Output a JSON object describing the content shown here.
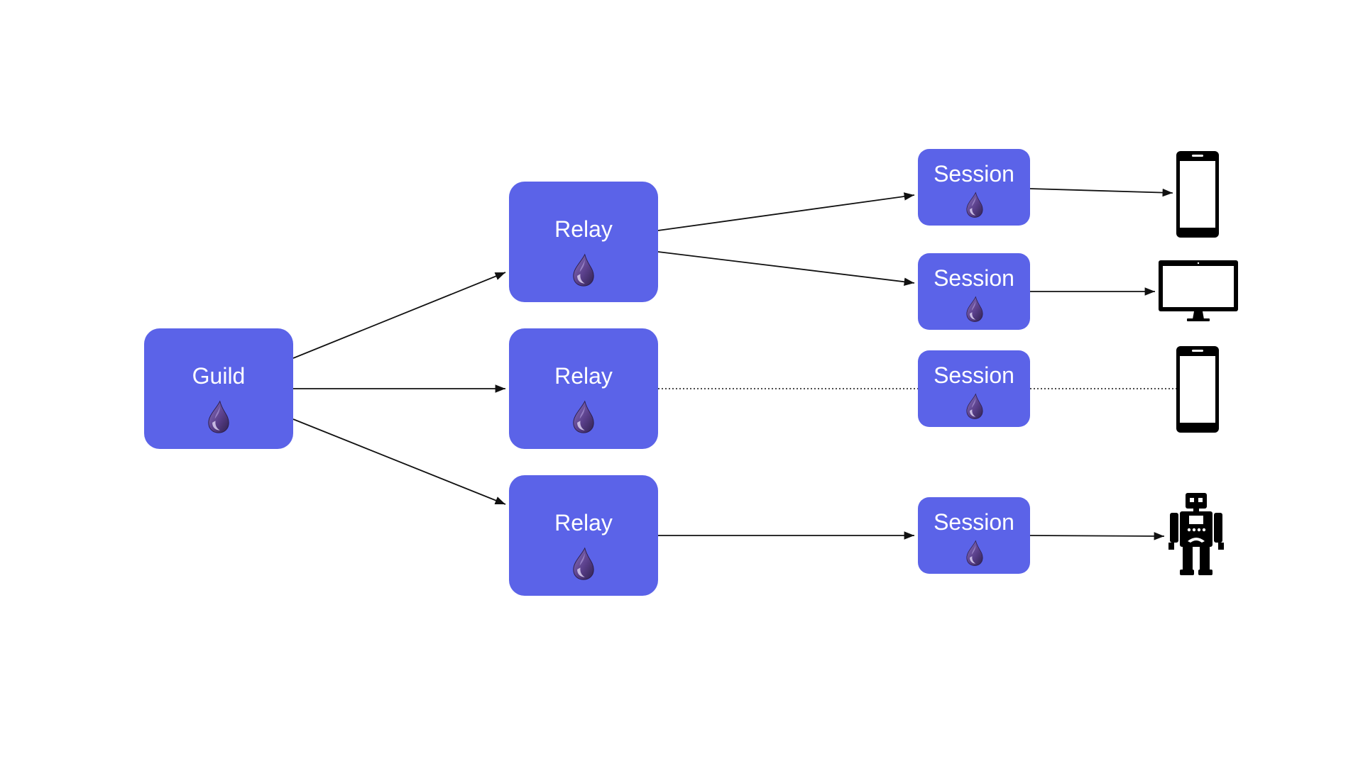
{
  "colors": {
    "node_fill": "#5b63e8",
    "node_text": "#ffffff",
    "edge": "#111111",
    "device": "#000000",
    "drop_dark": "#3e2b63",
    "drop_mid": "#6a4f99",
    "drop_light": "#cbbfe6"
  },
  "nodes": {
    "guild": {
      "label": "Guild",
      "icon": "elixir-drop-icon"
    },
    "relay_1": {
      "label": "Relay",
      "icon": "elixir-drop-icon"
    },
    "relay_2": {
      "label": "Relay",
      "icon": "elixir-drop-icon"
    },
    "relay_3": {
      "label": "Relay",
      "icon": "elixir-drop-icon"
    },
    "session_1": {
      "label": "Session",
      "icon": "elixir-drop-icon"
    },
    "session_2": {
      "label": "Session",
      "icon": "elixir-drop-icon"
    },
    "session_3": {
      "label": "Session",
      "icon": "elixir-drop-icon"
    },
    "session_4": {
      "label": "Session",
      "icon": "elixir-drop-icon"
    }
  },
  "devices": {
    "device_1": {
      "icon": "smartphone-icon"
    },
    "device_2": {
      "icon": "monitor-icon"
    },
    "device_3": {
      "icon": "smartphone-icon"
    },
    "device_4": {
      "icon": "robot-icon"
    }
  },
  "edges": [
    {
      "from": "guild",
      "to": "relay_1",
      "style": "solid"
    },
    {
      "from": "guild",
      "to": "relay_2",
      "style": "solid"
    },
    {
      "from": "guild",
      "to": "relay_3",
      "style": "solid"
    },
    {
      "from": "relay_1",
      "to": "session_1",
      "style": "solid"
    },
    {
      "from": "relay_1",
      "to": "session_2",
      "style": "solid"
    },
    {
      "from": "relay_2",
      "to": "session_3",
      "style": "dotted"
    },
    {
      "from": "relay_3",
      "to": "session_4",
      "style": "solid"
    },
    {
      "from": "session_1",
      "to": "device_1",
      "style": "solid"
    },
    {
      "from": "session_2",
      "to": "device_2",
      "style": "solid"
    },
    {
      "from": "session_3",
      "to": "device_3",
      "style": "dotted"
    },
    {
      "from": "session_4",
      "to": "device_4",
      "style": "solid"
    }
  ]
}
